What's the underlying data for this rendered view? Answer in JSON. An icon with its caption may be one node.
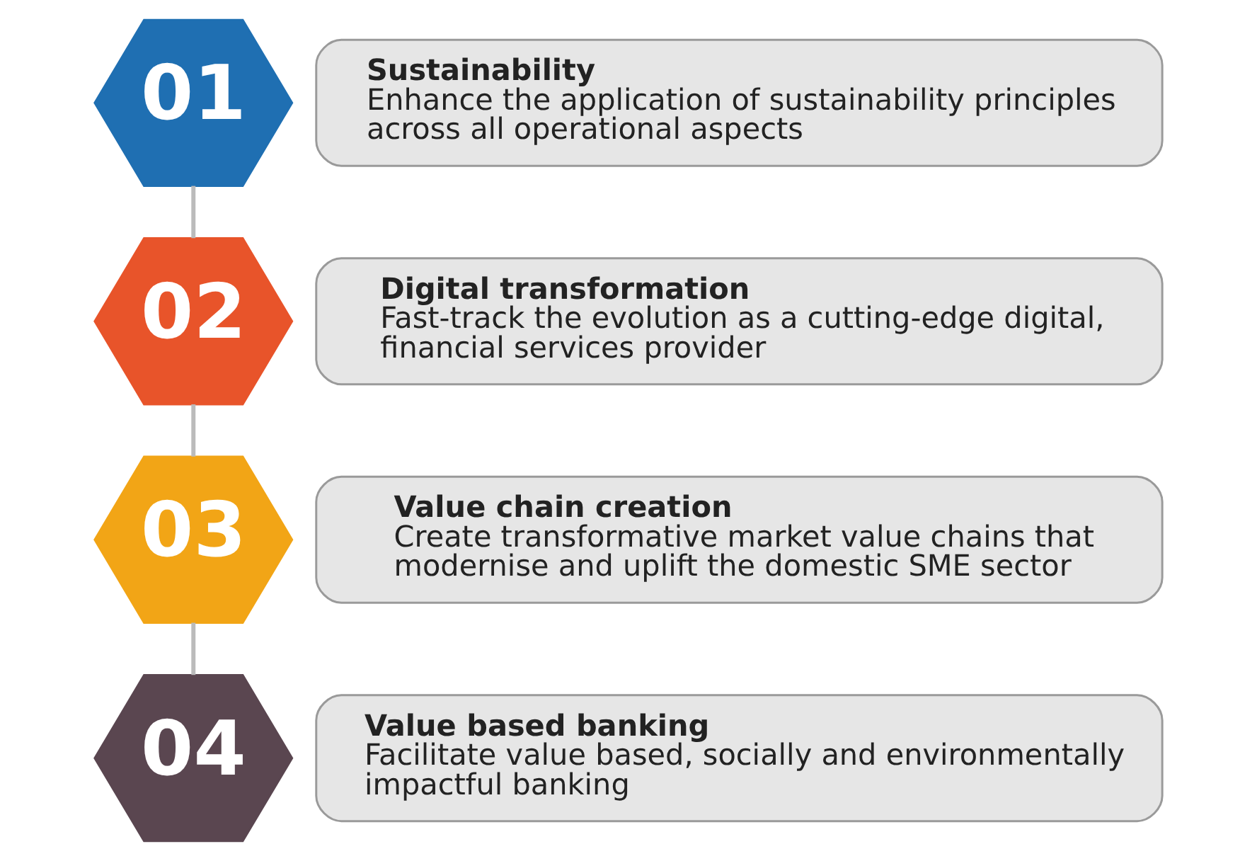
{
  "diagram": {
    "nodes": [
      {
        "text": [
          "01"
        ]
      },
      {
        "text": [
          "Sustainability",
          "Enhance the application of sustainability principles across all operational aspects"
        ]
      },
      {
        "text": [
          "02"
        ]
      },
      {
        "text": [
          "Digital transformation",
          "Fast-track the evolution as a cutting-edge digital, financial services provider"
        ]
      },
      {
        "text": [
          "03"
        ]
      },
      {
        "text": [
          "Value chain creation",
          "Create transformative market value chains that modernise and uplift the domestic SME sector"
        ]
      },
      {
        "text": [
          "04"
        ]
      },
      {
        "text": [
          "Value based banking",
          "Facilitate value based, socially and environmentally impactful banking"
        ]
      }
    ],
    "edges": [
      {
        "from": 0,
        "to": 2,
        "arrow": "none"
      },
      {
        "from": 2,
        "to": 4,
        "arrow": "none"
      },
      {
        "from": 4,
        "to": 6,
        "arrow": "none"
      }
    ]
  }
}
